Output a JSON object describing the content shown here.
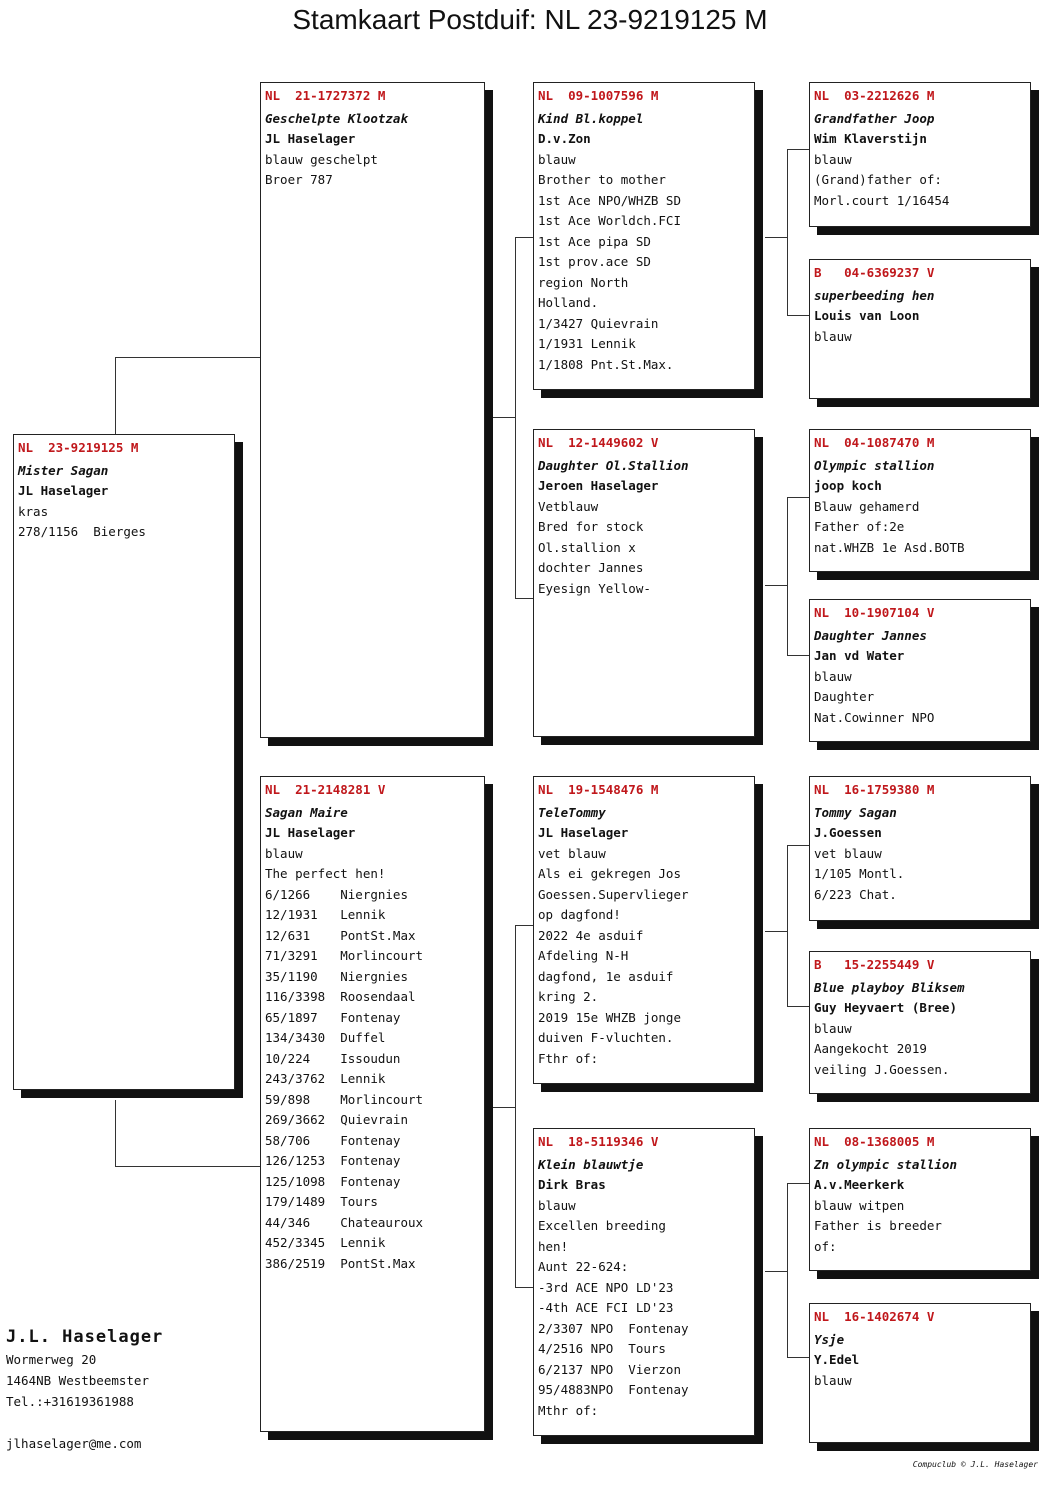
{
  "title": "Stamkaart Postduif: NL  23-9219125 M",
  "cards": {
    "subject": {
      "hdr": "NL  23-9219125 M",
      "name": "Mister Sagan",
      "breeder": "JL Haselager",
      "lines": [
        "kras",
        "278/1156  Bierges"
      ]
    },
    "f": {
      "hdr": "NL  21-1727372 M",
      "name": "Geschelpte Klootzak",
      "breeder": "JL Haselager",
      "lines": [
        "blauw geschelpt",
        "Broer 787"
      ]
    },
    "m": {
      "hdr": "NL  21-2148281 V",
      "name": "Sagan Maire",
      "breeder": "JL Haselager",
      "lines": [
        "blauw",
        "The perfect hen!",
        "6/1266    Niergnies",
        "12/1931   Lennik",
        "12/631    PontSt.Max",
        "71/3291   Morlincourt",
        "35/1190   Niergnies",
        "116/3398  Roosendaal",
        "65/1897   Fontenay",
        "134/3430  Duffel",
        "10/224    Issoudun",
        "243/3762  Lennik",
        "59/898    Morlincourt",
        "269/3662  Quievrain",
        "58/706    Fontenay",
        "126/1253  Fontenay",
        "125/1098  Fontenay",
        "179/1489  Tours",
        "44/346    Chateauroux",
        "452/3345  Lennik",
        "386/2519  PontSt.Max"
      ]
    },
    "ff": {
      "hdr": "NL  09-1007596 M",
      "name": "Kind Bl.koppel",
      "breeder": "D.v.Zon",
      "lines": [
        "blauw",
        "Brother to mother",
        "1st Ace NPO/WHZB SD",
        "1st Ace Worldch.FCI",
        "1st Ace pipa SD",
        "1st prov.ace SD",
        "region North",
        "Holland.",
        "1/3427 Quievrain",
        "1/1931 Lennik",
        "1/1808 Pnt.St.Max."
      ]
    },
    "fm": {
      "hdr": "NL  12-1449602 V",
      "name": "Daughter Ol.Stallion",
      "breeder": "Jeroen Haselager",
      "lines": [
        "Vetblauw",
        "Bred for stock",
        "Ol.stallion x",
        "dochter Jannes",
        "Eyesign Yellow-"
      ]
    },
    "mf": {
      "hdr": "NL  19-1548476 M",
      "name": "TeleTommy",
      "breeder": "JL Haselager",
      "lines": [
        "vet blauw",
        "Als ei gekregen Jos",
        "Goessen.Supervlieger",
        "op dagfond!",
        "2022 4e asduif",
        "Afdeling N-H",
        "dagfond, 1e asduif",
        "kring 2.",
        "2019 15e WHZB jonge",
        "duiven F-vluchten.",
        "Fthr of:"
      ]
    },
    "mm": {
      "hdr": "NL  18-5119346 V",
      "name": "Klein blauwtje",
      "breeder": "Dirk Bras",
      "lines": [
        "blauw",
        "Excellen breeding",
        "hen!",
        "Aunt 22-624:",
        "-3rd ACE NPO LD'23",
        "-4th ACE FCI LD'23",
        "2/3307 NPO  Fontenay",
        "4/2516 NPO  Tours",
        "6/2137 NPO  Vierzon",
        "95/4883NPO  Fontenay",
        "Mthr of:"
      ]
    },
    "fff": {
      "hdr": "NL  03-2212626 M",
      "name": "Grandfather Joop",
      "breeder": "Wim Klaverstijn",
      "lines": [
        "blauw",
        "(Grand)father of:",
        "Morl.court 1/16454"
      ]
    },
    "ffm": {
      "hdr": "B   04-6369237 V",
      "name": "superbeeding hen",
      "breeder": "Louis van Loon",
      "lines": [
        "blauw"
      ]
    },
    "fmf": {
      "hdr": "NL  04-1087470 M",
      "name": "Olympic stallion",
      "breeder": "joop koch",
      "lines": [
        "Blauw gehamerd",
        "Father of:2e",
        "nat.WHZB 1e Asd.BOTB"
      ]
    },
    "fmm": {
      "hdr": "NL  10-1907104 V",
      "name": "Daughter Jannes",
      "breeder": "Jan vd Water",
      "lines": [
        "blauw",
        "Daughter",
        "Nat.Cowinner NPO"
      ]
    },
    "mff": {
      "hdr": "NL  16-1759380 M",
      "name": "Tommy Sagan",
      "breeder": "J.Goessen",
      "lines": [
        "vet blauw",
        "1/105 Montl.",
        "6/223 Chat."
      ]
    },
    "mfm": {
      "hdr": "B   15-2255449 V",
      "name": "Blue playboy Bliksem",
      "breeder": "Guy Heyvaert (Bree)",
      "lines": [
        "blauw",
        "Aangekocht 2019",
        "veiling J.Goessen."
      ]
    },
    "mmf": {
      "hdr": "NL  08-1368005 M",
      "name": "Zn olympic stallion",
      "breeder": "A.v.Meerkerk",
      "lines": [
        "blauw witpen",
        "Father is breeder",
        "of:"
      ]
    },
    "mmm": {
      "hdr": "NL  16-1402674 V",
      "name": "Ysje",
      "breeder": "Y.Edel",
      "lines": [
        "blauw"
      ]
    }
  },
  "owner": {
    "name": "J.L. Haselager",
    "street": "Wormerweg 20",
    "city": "1464NB  Westbeemster",
    "phone": "Tel.:+31619361988",
    "email": "jlhaselager@me.com"
  },
  "credit": "Compuclub © J.L. Haselager"
}
